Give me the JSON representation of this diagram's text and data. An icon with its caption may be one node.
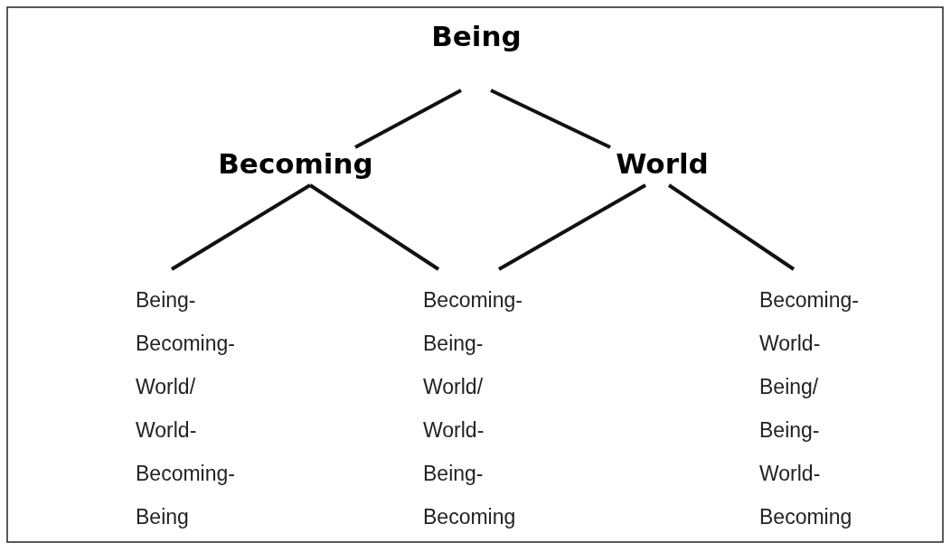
{
  "diagram": {
    "nodes": [
      {
        "text": [
          "Being"
        ]
      },
      {
        "text": [
          "Becoming"
        ]
      },
      {
        "text": [
          "World"
        ]
      },
      {
        "text": [
          "Being- Becoming- World/ World- Becoming- Being"
        ]
      },
      {
        "text": [
          "Becoming- Being- World/ World- Being- Becoming"
        ]
      },
      {
        "text": [
          "Becoming- World- Being/ Being- World- Becoming"
        ]
      }
    ],
    "edges": [
      {
        "from": 0,
        "to": 1,
        "arrow": "none"
      },
      {
        "from": 0,
        "to": 2,
        "arrow": "none"
      },
      {
        "from": 1,
        "to": 3,
        "arrow": "none"
      },
      {
        "from": 1,
        "to": 4,
        "arrow": "none"
      },
      {
        "from": 2,
        "to": 4,
        "arrow": "none"
      },
      {
        "from": 2,
        "to": 5,
        "arrow": "none"
      }
    ]
  }
}
